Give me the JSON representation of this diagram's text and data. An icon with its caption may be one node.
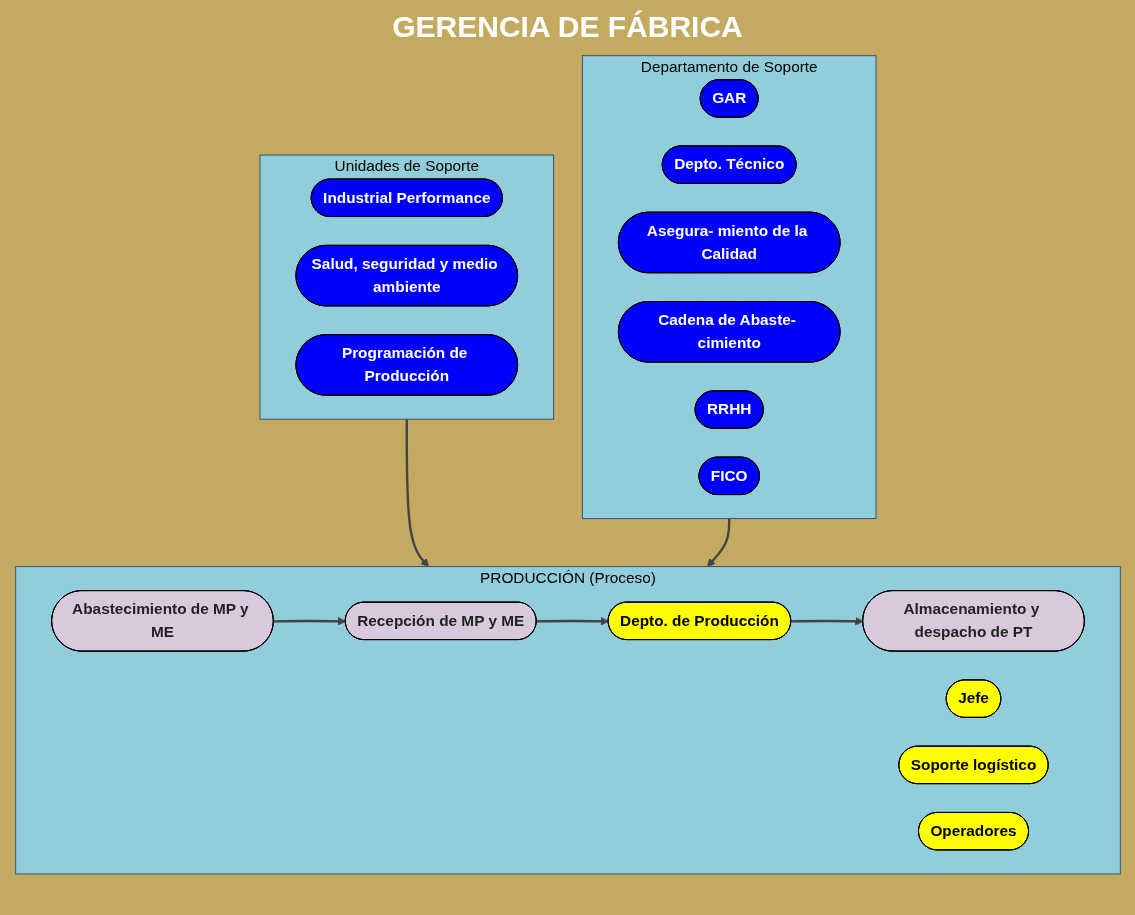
{
  "diagram": {
    "title": "GERENCIA DE FÁBRICA",
    "nodes": [
      {
        "text": [
          "Unidades de Soporte"
        ]
      },
      {
        "text": [
          "Industrial Performance"
        ],
        "in": 0
      },
      {
        "text": [
          "Salud, seguridad y medio ambiente"
        ],
        "in": 0
      },
      {
        "text": [
          "Programación de Producción"
        ],
        "in": 0
      },
      {
        "text": [
          "PRODUCCIÓN  (Proceso)"
        ]
      },
      {
        "text": [
          "Abastecimiento de MP y ME"
        ],
        "in": 4
      },
      {
        "text": [
          "Recepción de MP y ME"
        ],
        "in": 4
      },
      {
        "text": [
          "Jefe"
        ],
        "in": 4
      },
      {
        "text": [
          "Soporte logístico"
        ],
        "in": 4
      },
      {
        "text": [
          "Depto. de Producción"
        ],
        "in": 4
      },
      {
        "text": [
          "Operadores"
        ],
        "in": 4
      },
      {
        "text": [
          "Almacenamiento y despacho de PT"
        ],
        "in": 4
      },
      {
        "text": [
          "Departamento de Soporte"
        ]
      },
      {
        "text": [
          "GAR"
        ],
        "in": 12
      },
      {
        "text": [
          "Depto. Técnico"
        ],
        "in": 12
      },
      {
        "text": [
          "Asegura- miento de la Calidad"
        ],
        "in": 12
      },
      {
        "text": [
          "Cadena de Abaste- cimiento"
        ],
        "in": 12
      },
      {
        "text": [
          "RRHH"
        ],
        "in": 12
      },
      {
        "text": [
          "FICO"
        ],
        "in": 12
      }
    ],
    "edges": [
      {
        "from": 0,
        "to": 4,
        "arrow": "to"
      },
      {
        "from": 5,
        "to": 6,
        "arrow": "to"
      },
      {
        "from": 6,
        "to": 9,
        "arrow": "to"
      },
      {
        "from": 9,
        "to": 11,
        "arrow": "to"
      },
      {
        "from": 12,
        "to": 4,
        "arrow": "to"
      }
    ]
  }
}
